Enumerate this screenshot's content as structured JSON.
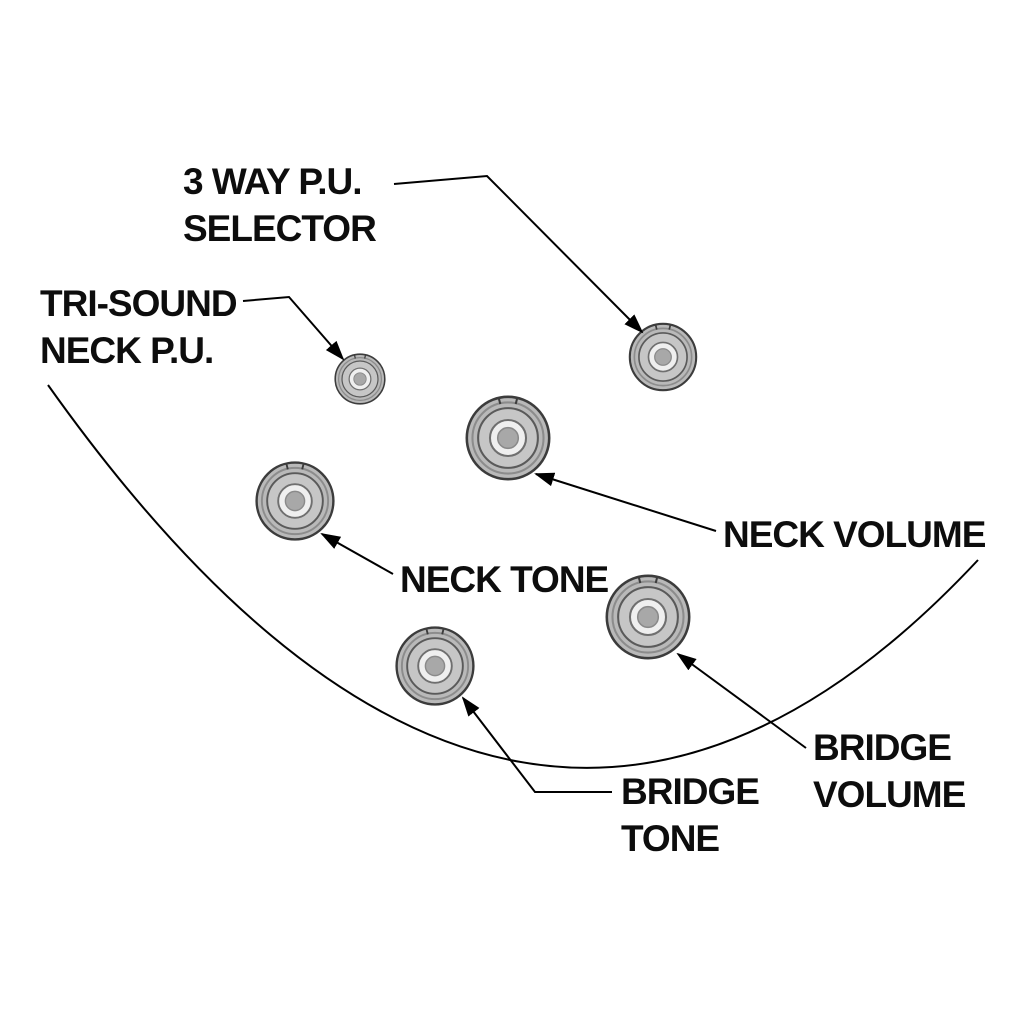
{
  "background": "#ffffff",
  "colors": {
    "line": "#000000",
    "text": "#0d0d0d",
    "knob_fill": "#bcbcbc",
    "knob_ring": "#3c3c3c"
  },
  "callouts": [
    {
      "id": "pickup-selector",
      "text": "3 WAY P.U.\nSELECTOR",
      "points_to": "3-way pickup selector knob"
    },
    {
      "id": "tri-sound",
      "text": "TRI-SOUND\nNECK P.U.",
      "points_to": "tri-sound neck pickup switch"
    },
    {
      "id": "neck-volume",
      "text": "NECK VOLUME",
      "points_to": "neck volume knob"
    },
    {
      "id": "neck-tone",
      "text": "NECK TONE",
      "points_to": "neck tone knob"
    },
    {
      "id": "bridge-volume",
      "text": "BRIDGE\nVOLUME",
      "points_to": "bridge volume knob"
    },
    {
      "id": "bridge-tone",
      "text": "BRIDGE\nTONE",
      "points_to": "bridge tone knob"
    }
  ]
}
